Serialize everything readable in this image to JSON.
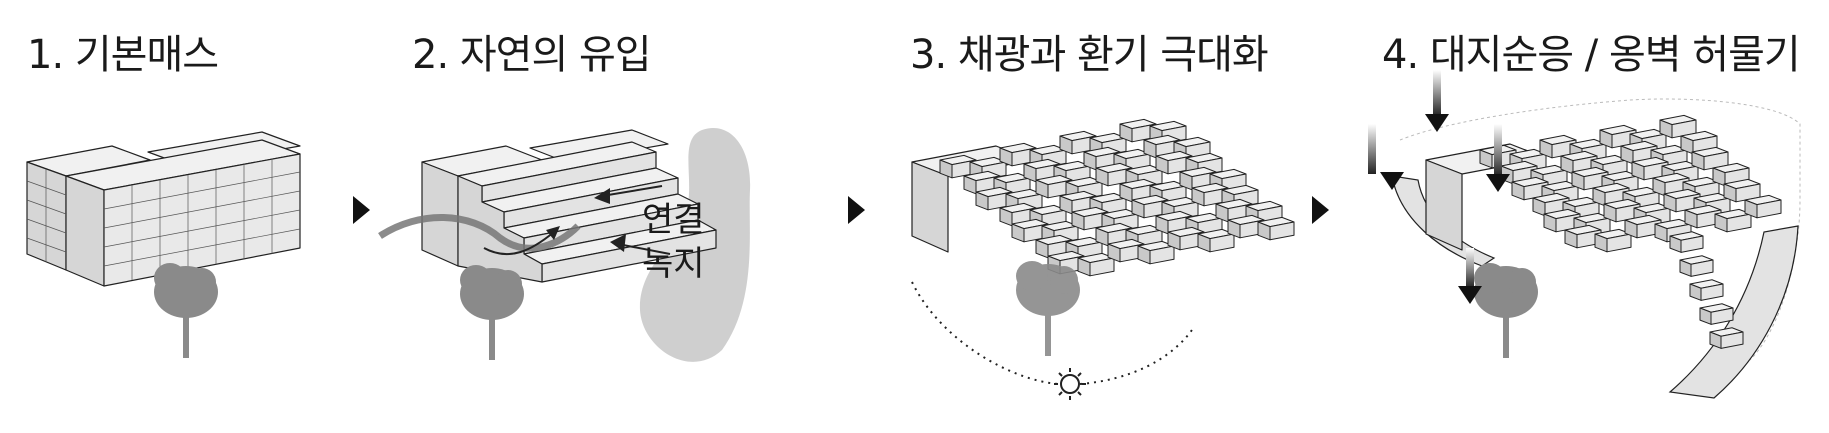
{
  "steps": [
    {
      "title": "1. 기본매스"
    },
    {
      "title": "2. 자연의 유입"
    },
    {
      "title": "3. 채광과 환기 극대화"
    },
    {
      "title": "4. 대지순응 / 옹벽 허물기"
    }
  ],
  "callout": {
    "line1": "연결",
    "line2": "녹지"
  },
  "icons": {
    "next": "next-triangle-icon",
    "tree": "tree-icon",
    "sun": "sun-icon",
    "wind": "wind-arrow-icon",
    "down": "down-arrow-icon"
  },
  "colors": {
    "face_light": "#f1f1f1",
    "face_mid": "#d6d6d6",
    "face_dark": "#b9b9b9",
    "stroke": "#222222",
    "tree": "#8a8a8a",
    "green_patch": "#cfcfcf"
  }
}
